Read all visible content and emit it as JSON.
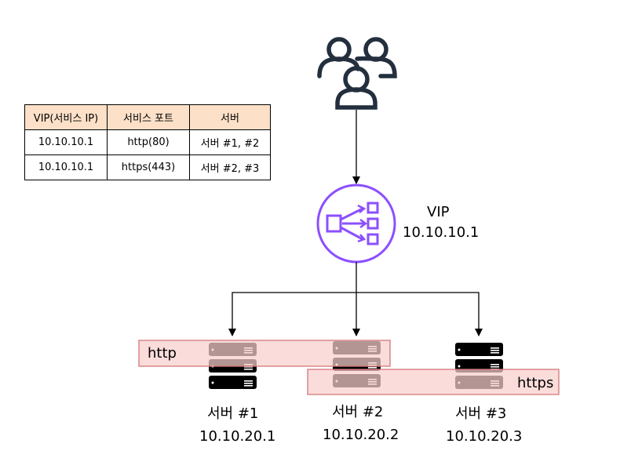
{
  "table": {
    "headers": [
      "VIP(서비스 IP)",
      "서비스 포트",
      "서버"
    ],
    "rows": [
      [
        "10.10.10.1",
        "http(80)",
        "서버 #1, #2"
      ],
      [
        "10.10.10.1",
        "https(443)",
        "서버 #2, #3"
      ]
    ]
  },
  "vip": {
    "title": "VIP",
    "ip": "10.10.10.1"
  },
  "bands": {
    "http": "http",
    "https": "https"
  },
  "servers": [
    {
      "name": "서버 #1",
      "ip": "10.10.20.1"
    },
    {
      "name": "서버 #2",
      "ip": "10.10.20.2"
    },
    {
      "name": "서버 #3",
      "ip": "10.10.20.3"
    }
  ],
  "icons": {
    "users": "users-icon",
    "load_balancer": "load-balancer-icon",
    "server": "server-rack-icon"
  },
  "colors": {
    "lb": "#8c4fff",
    "band_fill": "#f8cecc",
    "band_stroke": "#d4787a",
    "header_fill": "#fce0c8",
    "icon_dark": "#232f3e"
  }
}
